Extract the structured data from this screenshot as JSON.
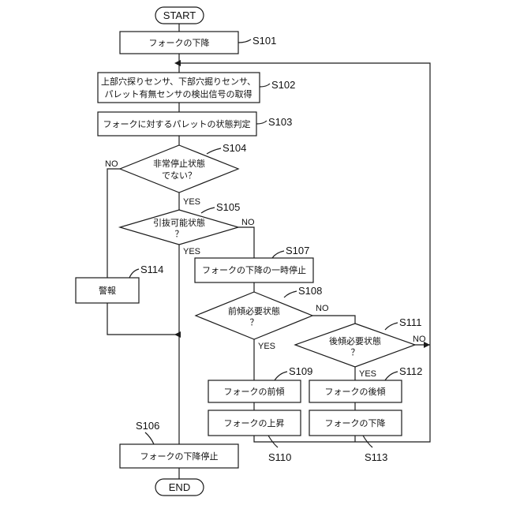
{
  "flow": {
    "start": "START",
    "end": "END",
    "s101": {
      "label": "S101",
      "text": "フォークの下降"
    },
    "s102": {
      "label": "S102",
      "line1": "上部穴探りセンサ、下部穴掘りセンサ、",
      "line2": "パレット有無センサの検出信号の取得"
    },
    "s103": {
      "label": "S103",
      "text": "フォークに対するパレットの状態判定"
    },
    "s104": {
      "label": "S104",
      "line1": "非常停止状態",
      "line2": "でない？"
    },
    "s105": {
      "label": "S105",
      "line1": "引抜可能状態",
      "line2": "？"
    },
    "s106": {
      "label": "S106",
      "text": "フォークの下降停止"
    },
    "s107": {
      "label": "S107",
      "text": "フォークの下降の一時停止"
    },
    "s108": {
      "label": "S108",
      "line1": "前傾必要状態",
      "line2": "？"
    },
    "s109": {
      "label": "S109",
      "text": "フォークの前傾"
    },
    "s110": {
      "label": "S110",
      "text": "フォークの上昇"
    },
    "s111": {
      "label": "S111",
      "line1": "後傾必要状態",
      "line2": "？"
    },
    "s112": {
      "label": "S112",
      "text": "フォークの後傾"
    },
    "s113": {
      "label": "S113",
      "text": "フォークの下降"
    },
    "s114": {
      "label": "S114",
      "text": "警報"
    }
  },
  "branches": {
    "yes": "YES",
    "no": "NO"
  }
}
